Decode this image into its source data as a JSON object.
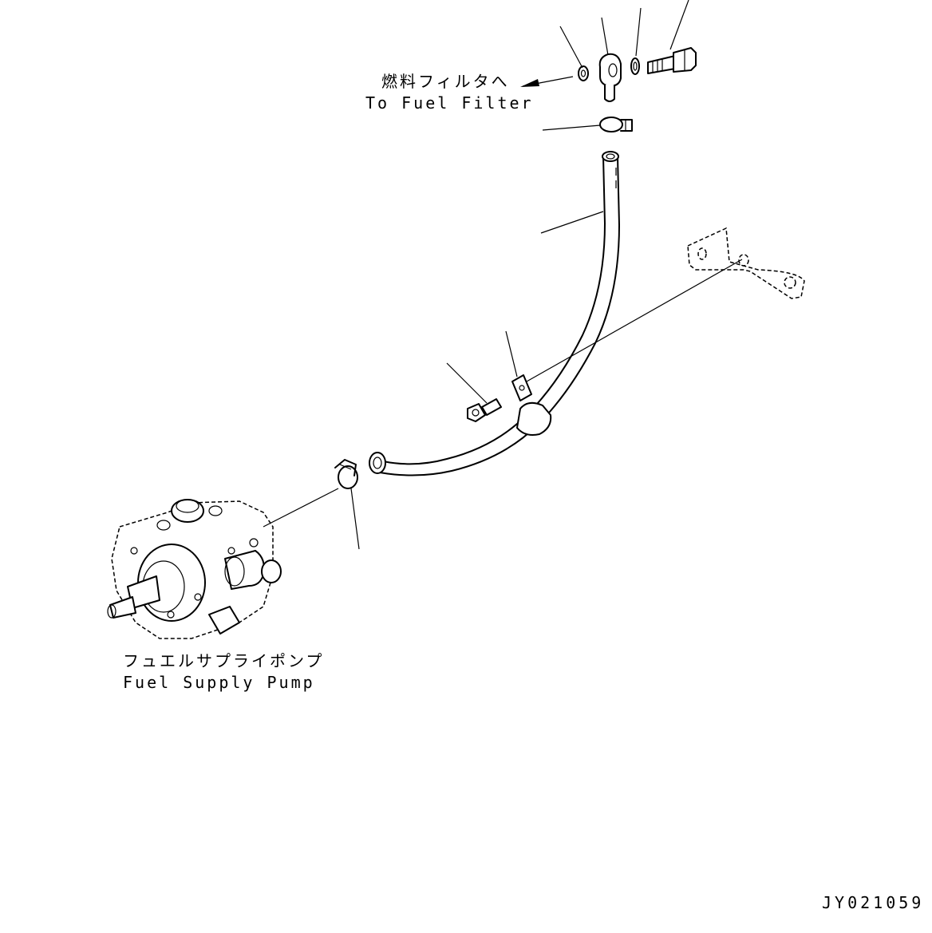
{
  "labels": {
    "fuel_filter_ja": "燃料フィルタへ",
    "fuel_filter_en": "To Fuel Filter",
    "pump_ja": "フュエルサプライポンプ",
    "pump_en": "Fuel Supply Pump",
    "drawing_code": "JY021059"
  },
  "parts": [
    "washer-icon",
    "eye-joint-icon",
    "washer-icon",
    "banjo-bolt-icon",
    "hose-clamp-icon",
    "fuel-hose-icon",
    "bolt-icon",
    "clip-bracket-icon",
    "engine-bracket-icon",
    "fuel-supply-pump-icon"
  ]
}
